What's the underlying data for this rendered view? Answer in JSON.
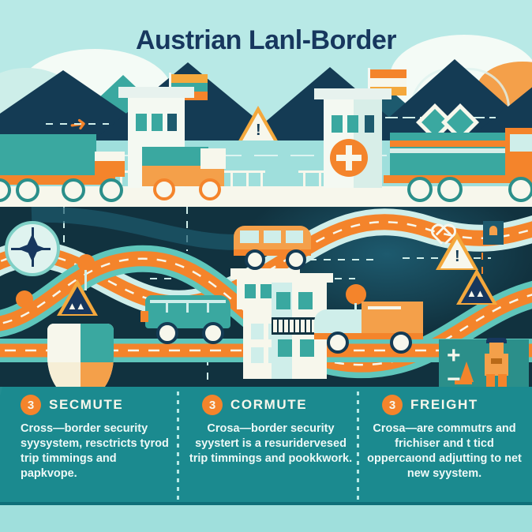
{
  "header": {
    "title": "Austrian Lanl-Border"
  },
  "colors": {
    "background": "#b8e9e6",
    "title_navy": "#17375e",
    "band_navy": "#11323f",
    "panel_teal": "#1b8a8f",
    "accent_orange": "#f4842b",
    "accent_teal": "#3aa8a0",
    "cream": "#f7f7ec",
    "mountain_dark": "#143b54"
  },
  "scene": {
    "top_band": {
      "name": "border-crossing-scene",
      "icons": [
        "plane-icon",
        "warning-triangle-icon",
        "plus-circle-icon",
        "diamond-pair-icon",
        "flag-icon",
        "flag-icon"
      ],
      "vehicles": [
        "teal-box-truck",
        "orange-delivery-truck",
        "orange-van",
        "teal-semi-trailer-truck"
      ],
      "buildings": [
        "checkpoint-tower",
        "checkpoint-tower"
      ]
    },
    "mid_band": {
      "name": "road-network-scene",
      "icons": [
        "compass-rose-icon",
        "shield-icon",
        "warning-triangle-icon",
        "mountain-sign-icon",
        "heart-icon",
        "beacon-lamp-icon",
        "traffic-cone-icon",
        "plus-icon",
        "minus-icon"
      ],
      "vehicles": [
        "orange-minivan",
        "teal-bus",
        "orange-delivery-van",
        "teal-van"
      ],
      "figures": [
        "border-guard-officer"
      ],
      "buildings": [
        "control-tower"
      ]
    }
  },
  "panel": {
    "columns": [
      {
        "badge": "3",
        "title": "SECMUTE",
        "body": "Cross—border security syysystem, resctricts tyrod trip timmings and papkvope."
      },
      {
        "badge": "3",
        "title": "CORMUTE",
        "body": "Crosa—border security syystert is a resuridervesed trip timmings and pookkwork."
      },
      {
        "badge": "3",
        "title": "FREIGHT",
        "body": "Crosa—are commutrs and frichiser and t ticd oppercaıond adjutting to net new syystem."
      }
    ]
  }
}
